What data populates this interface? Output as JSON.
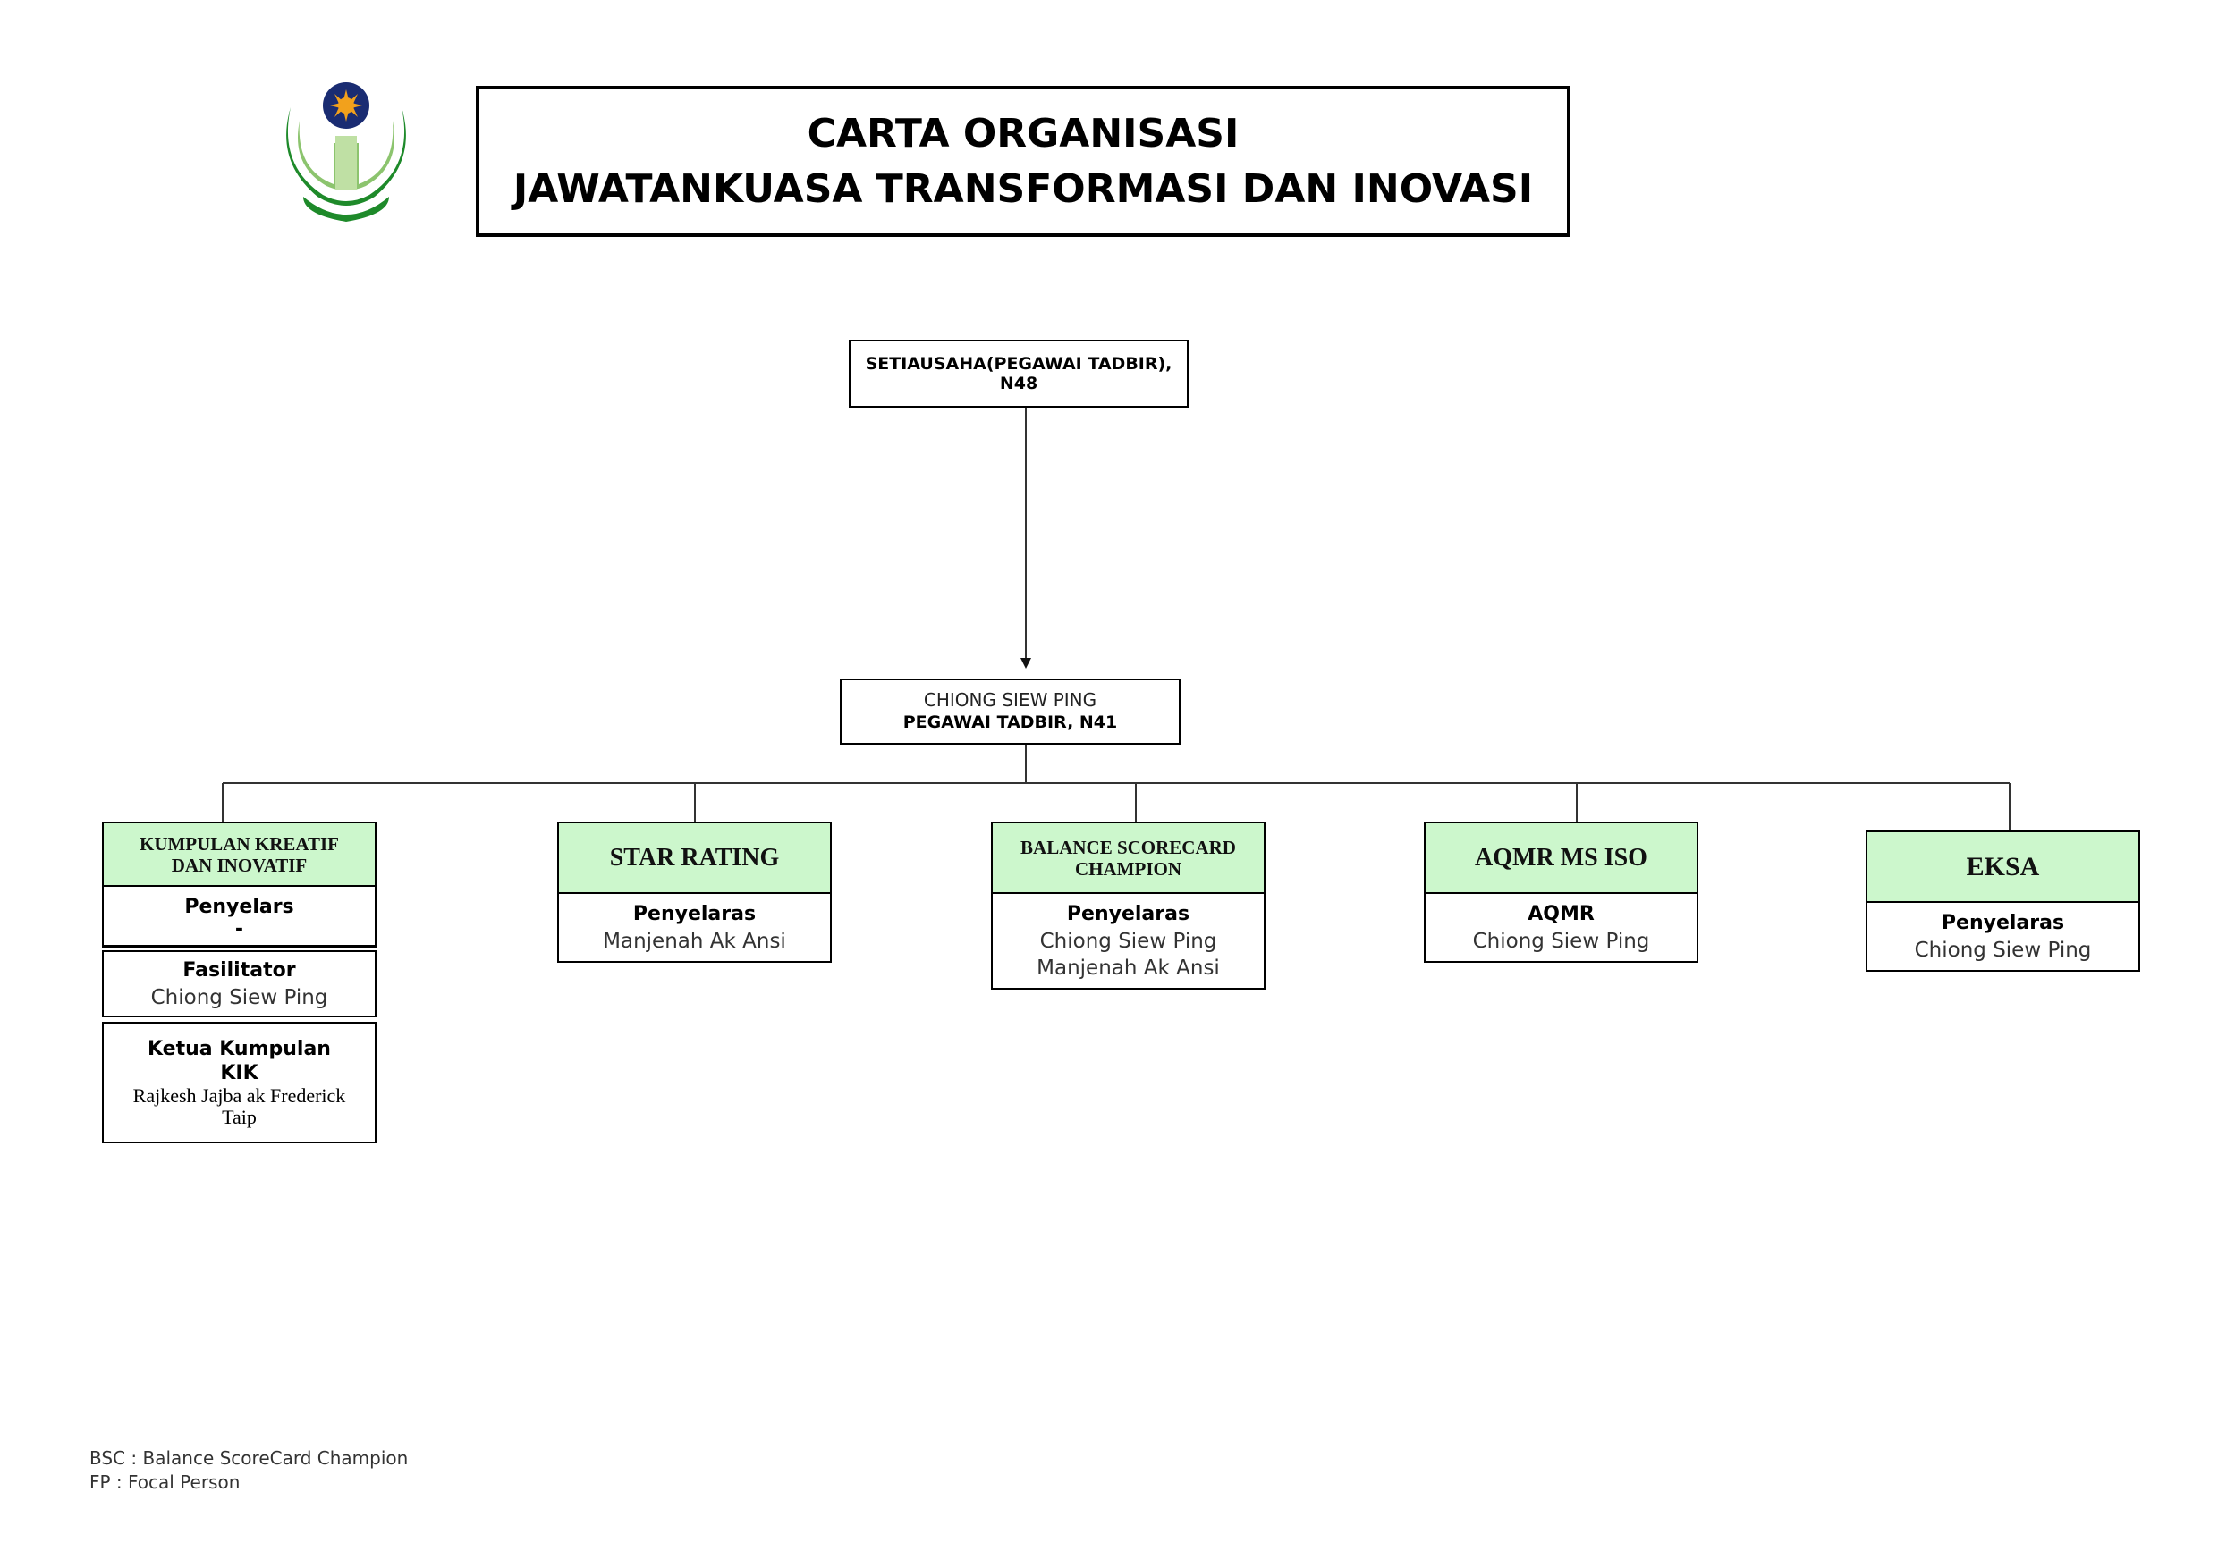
{
  "header": {
    "title_line1": "CARTA ORGANISASI",
    "title_line2": "JAWATANKUASA TRANSFORMASI DAN INOVASI"
  },
  "colors": {
    "card_header": "#ccf7cc",
    "border": "#000000",
    "logo_green_dark": "#1e8a2a",
    "logo_green_light": "#8cc46e",
    "logo_navy": "#1a2c72",
    "logo_sun": "#f2a11c"
  },
  "secretary": {
    "label": "SETIAUSAHA(PEGAWAI TADBIR), N48"
  },
  "head": {
    "name": "CHIONG SIEW PING",
    "position": "PEGAWAI TADBIR, N41"
  },
  "units": {
    "kik": {
      "title_line1": "KUMPULAN KREATIF",
      "title_line2": "DAN INOVATIF",
      "penyelaras_label": "Penyelars",
      "penyelaras_value": "-",
      "fasilitator_label": "Fasilitator",
      "fasilitator_value": "Chiong Siew Ping",
      "ketua_label_line1": "Ketua Kumpulan",
      "ketua_label_line2": "KIK",
      "ketua_value_line1": "Rajkesh Jajba ak Frederick",
      "ketua_value_line2": "Taip"
    },
    "star": {
      "title": "STAR RATING",
      "role": "Penyelaras",
      "person": "Manjenah Ak Ansi"
    },
    "bsc": {
      "title_line1": "BALANCE SCORECARD",
      "title_line2": "CHAMPION",
      "role": "Penyelaras",
      "person1": "Chiong Siew Ping",
      "person2": "Manjenah Ak Ansi"
    },
    "aqmr": {
      "title": "AQMR MS ISO",
      "role": "AQMR",
      "person": "Chiong Siew Ping"
    },
    "eksa": {
      "title": "EKSA",
      "role": "Penyelaras",
      "person": "Chiong Siew Ping"
    }
  },
  "notes": {
    "line1": "BSC : Balance ScoreCard Champion",
    "line2": "FP : Focal Person"
  }
}
